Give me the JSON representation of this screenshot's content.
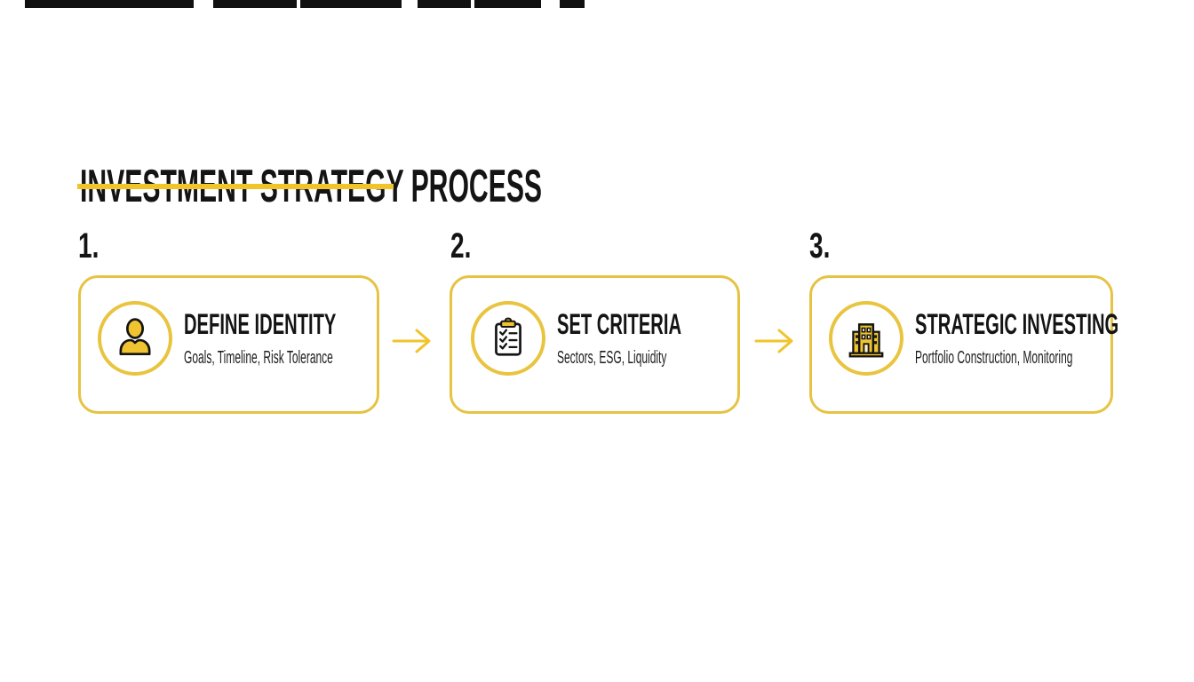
{
  "page": {
    "title": "INVESTMENT STRATEGY PROCESS"
  },
  "colors": {
    "accent": "#E6C343",
    "underline": "#F0C42B",
    "icon_fill": "#F0C431",
    "text": "#141414"
  },
  "steps": [
    {
      "number": "1.",
      "title": "DEFINE IDENTITY",
      "subtitle": "Goals, Timeline, Risk Tolerance",
      "icon": "person-icon"
    },
    {
      "number": "2.",
      "title": "SET CRITERIA",
      "subtitle": "Sectors, ESG, Liquidity",
      "icon": "clipboard-checklist-icon"
    },
    {
      "number": "3.",
      "title": "STRATEGIC INVESTING",
      "subtitle": "Portfolio Construction, Monitoring",
      "icon": "building-icon"
    }
  ],
  "connectors": [
    {
      "icon": "right-arrow-icon"
    },
    {
      "icon": "right-arrow-icon"
    }
  ]
}
